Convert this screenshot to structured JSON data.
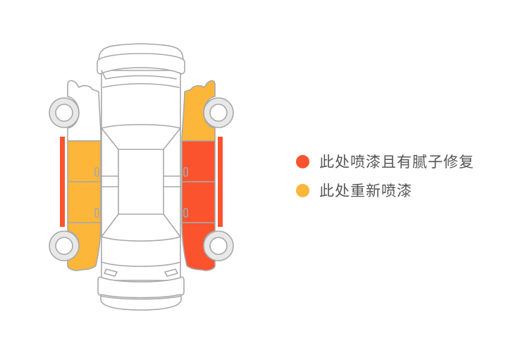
{
  "colors": {
    "putty_repair": "#FA532E",
    "repainted": "#FCB63A",
    "outline": "#A8A8A8",
    "tire_fill": "#E8E8E8",
    "background": "#FFFFFF"
  },
  "diagram": {
    "title": "vehicle-paint-inspection",
    "panels": [
      {
        "name": "left-front-fender",
        "status": "none"
      },
      {
        "name": "left-front-door",
        "status": "repainted"
      },
      {
        "name": "left-rear-door",
        "status": "repainted"
      },
      {
        "name": "left-rear-fender",
        "status": "repainted"
      },
      {
        "name": "left-sill",
        "status": "putty_repair"
      },
      {
        "name": "right-front-fender",
        "status": "repainted"
      },
      {
        "name": "right-front-door",
        "status": "putty_repair"
      },
      {
        "name": "right-rear-door",
        "status": "putty_repair"
      },
      {
        "name": "right-rear-fender",
        "status": "putty_repair"
      },
      {
        "name": "right-sill",
        "status": "putty_repair"
      },
      {
        "name": "hood",
        "status": "none"
      },
      {
        "name": "roof",
        "status": "none"
      },
      {
        "name": "trunk",
        "status": "none"
      }
    ]
  },
  "legend": {
    "items": [
      {
        "label": "此处喷漆且有腻子修复",
        "color": "#FA532E",
        "key": "putty_repair"
      },
      {
        "label": "此处重新喷漆",
        "color": "#FCB63A",
        "key": "repainted"
      }
    ]
  }
}
